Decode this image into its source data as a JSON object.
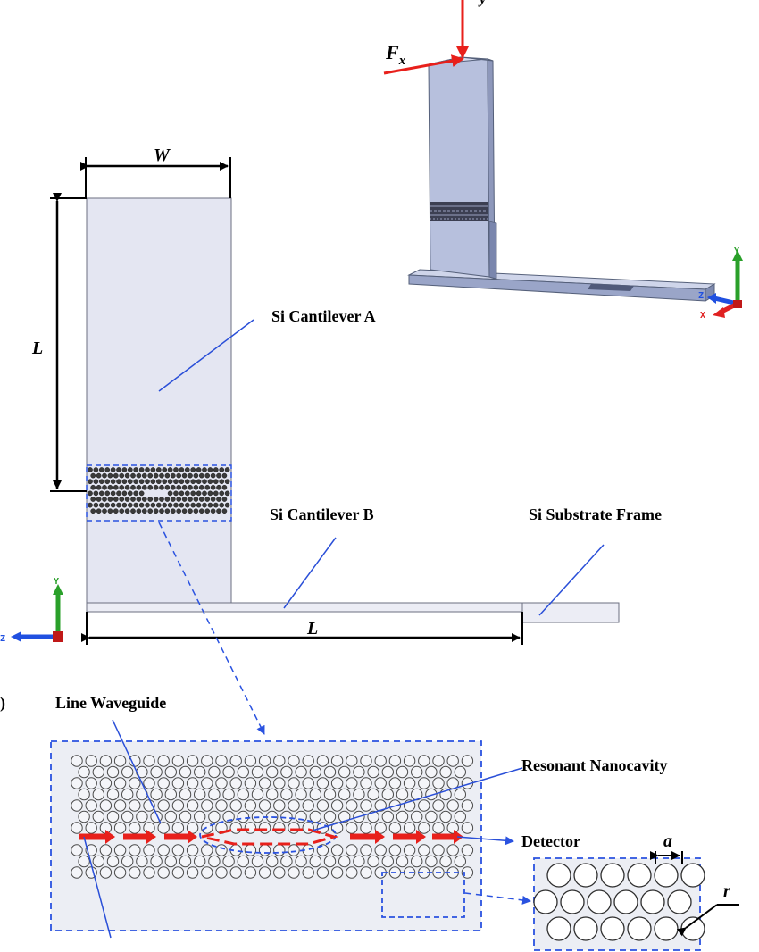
{
  "labels": {
    "force_x": "F",
    "force_x_sub": "x",
    "force_y_sub": "y",
    "width": "W",
    "length_a": "L",
    "length_b": "L",
    "cantilever_a": "Si Cantilever A",
    "cantilever_b": "Si Cantilever B",
    "substrate": "Si Substrate Frame",
    "panel_b_marker": ")",
    "line_waveguide": "Line Waveguide",
    "nanocavity": "Resonant Nanocavity",
    "detector": "Detector",
    "lattice_const": "a",
    "hole_radius": "r"
  },
  "axes": {
    "iso": {
      "x": "X",
      "y": "Y",
      "z": "Z"
    },
    "side": {
      "y": "Y",
      "z": "Z"
    }
  },
  "colors": {
    "force_arrow": "#e8201b",
    "dashed_box": "#2a52e0",
    "leader_line": "#2a4fd8",
    "cantilever_fill": "#e4e6f2",
    "iso_fill": "#b7c0dd",
    "holes": "#3a3a3a",
    "axis_x": "#e02020",
    "axis_y": "#2aa02a",
    "axis_z": "#2050e0"
  }
}
